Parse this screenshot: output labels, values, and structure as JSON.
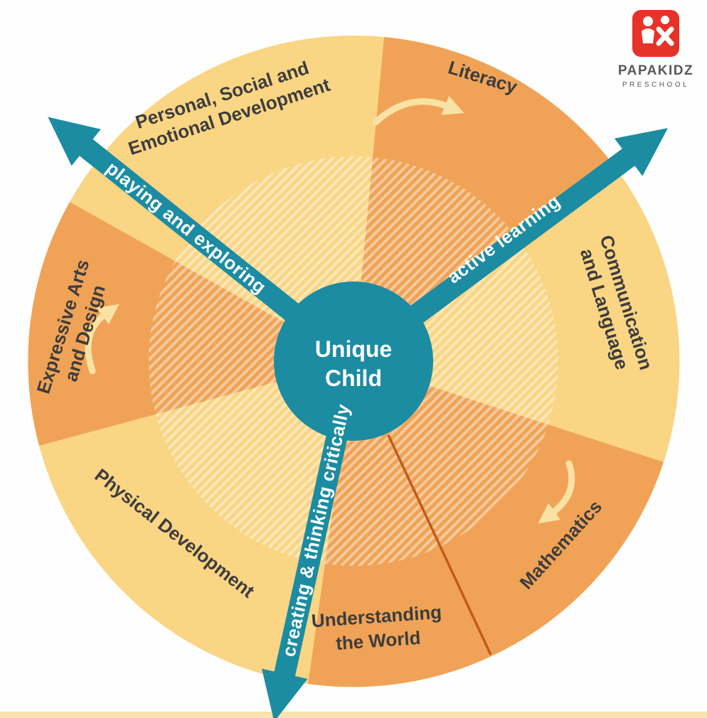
{
  "logo": {
    "brand": "PAPAKIDZ",
    "tagline": "PRESCHOOL",
    "icon": "papakidz-kid-icon",
    "icon_color": "#E5332A",
    "text_color": "#58595B"
  },
  "center": {
    "line1": "Unique",
    "line2": "Child"
  },
  "characteristics": {
    "playing": "playing and exploring",
    "active": "active learning",
    "creating": "creating & thinking critically"
  },
  "areas": {
    "psed": {
      "line1": "Personal, Social and",
      "line2": "Emotional Development"
    },
    "literacy": {
      "line1": "Literacy"
    },
    "communication": {
      "line1": "Communication",
      "line2": "and Language"
    },
    "mathematics": {
      "line1": "Mathematics"
    },
    "understanding": {
      "line1": "Understanding",
      "line2": "the World"
    },
    "physical": {
      "line1": "Physical Development"
    },
    "expressive": {
      "line1": "Expressive Arts",
      "line2": "and Design"
    }
  },
  "colors": {
    "yellow": "#F9D584",
    "orange": "#F0A356",
    "teal": "#1B8CA2",
    "divider": "#C35A1B",
    "label": "#3D3D3D",
    "cream_arrow": "#F9E2A4",
    "edge_strip": "#F7E4AE"
  }
}
